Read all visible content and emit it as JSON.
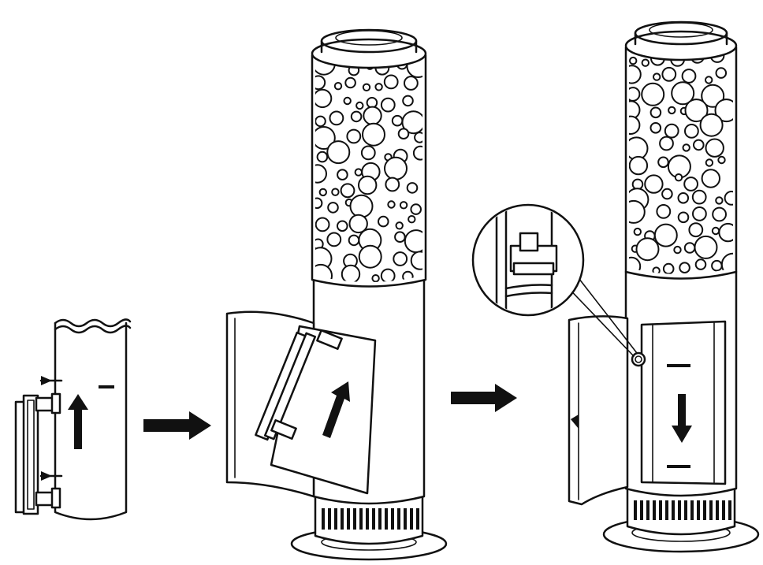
{
  "diagram": {
    "steps": [
      {
        "id": "step-1",
        "subject": "door-handle-attachment",
        "arrow": "up"
      },
      {
        "id": "step-2",
        "subject": "door-insertion",
        "arrow": "up-right"
      },
      {
        "id": "step-3",
        "subject": "door-closed-with-detail",
        "arrow": "down"
      }
    ],
    "transitions": [
      "right-arrow",
      "right-arrow"
    ],
    "colors": {
      "ink": "#111111",
      "paper": "#ffffff"
    }
  }
}
